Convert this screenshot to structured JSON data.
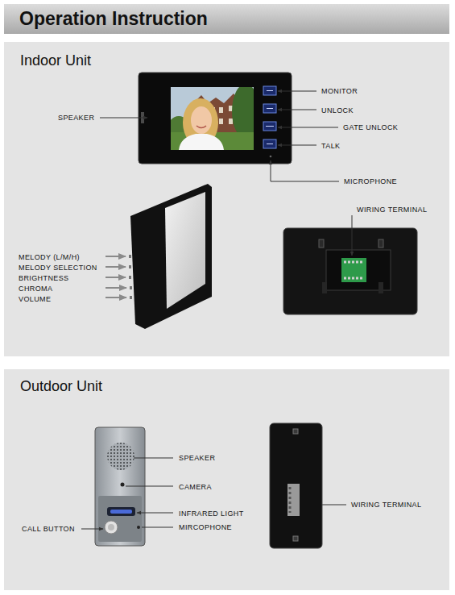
{
  "diagram": {
    "title": "Operation Instruction",
    "nodes": [
      {
        "text": [
          "Indoor Unit"
        ]
      },
      {
        "text": [
          "Outdoor Unit"
        ]
      }
    ],
    "labels": [
      "SPEAKER",
      "MONITOR",
      "UNLOCK",
      "GATE UNLOCK",
      "TALK",
      "MICROPHONE",
      "MELODY (L/M/H)",
      "MELODY SELECTION",
      "BRIGHTNESS",
      "CHROMA",
      "VOLUME",
      "WIRING TERMINAL",
      "SPEAKER",
      "CAMERA",
      "INFRARED LIGHT",
      "CALL BUTTON",
      "MIRCOPHONE",
      "WIRING TERMINAL"
    ]
  }
}
